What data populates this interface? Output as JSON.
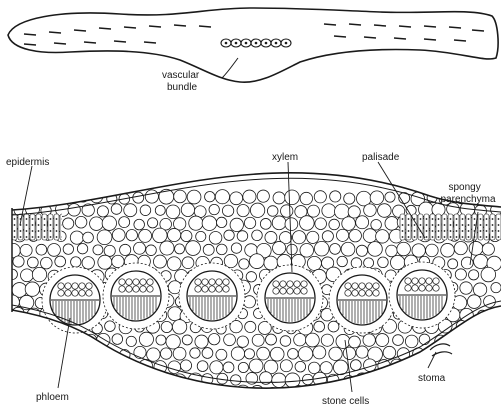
{
  "labels": {
    "vascular_bundle": [
      "vascular",
      "bundle"
    ],
    "epidermis": "epidermis",
    "xylem": "xylem",
    "palisade": "palisade",
    "spongy_parenchyma": [
      "spongy",
      "parenchyma"
    ],
    "phloem": "phloem",
    "stone_cells": "stone cells",
    "stoma": "stoma"
  },
  "bundle_count": 6,
  "colors": {
    "ink": "#1a1a1a",
    "paper": "#ffffff"
  }
}
